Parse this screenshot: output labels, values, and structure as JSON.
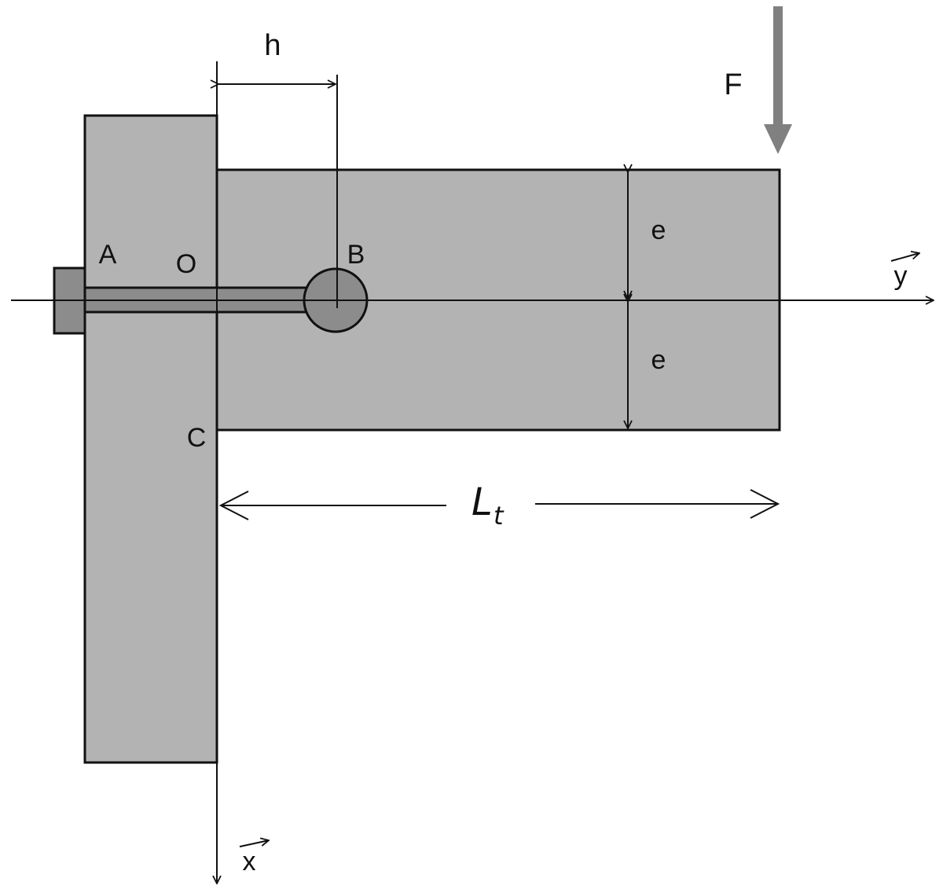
{
  "labels": {
    "h": "h",
    "F": "F",
    "A": "A",
    "O": "O",
    "B": "B",
    "C": "C",
    "e_top": "e",
    "e_bottom": "e",
    "y_axis": "y",
    "x_axis": "x",
    "length_main": "L",
    "length_sub": "t"
  },
  "colors": {
    "plate_fill": "#b3b3b3",
    "pin_fill": "#8c8c8c",
    "force_arrow": "#808080",
    "line": "#111111"
  }
}
